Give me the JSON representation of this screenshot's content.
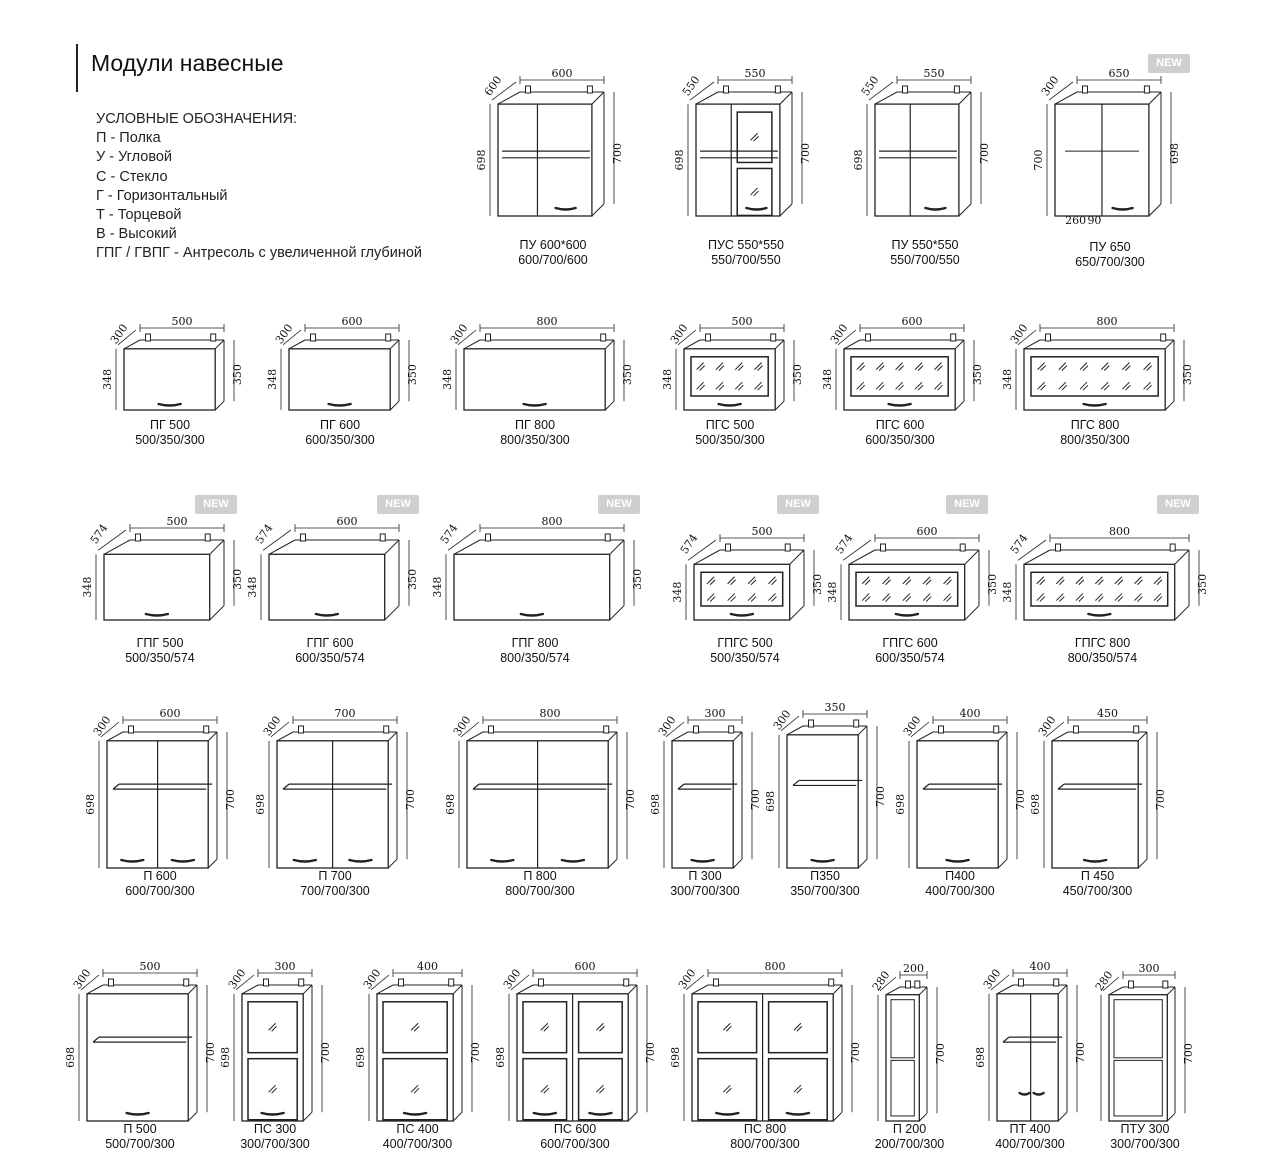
{
  "page": {
    "title": "Модули навесные",
    "legend": [
      "УСЛОВНЫЕ ОБОЗНАЧЕНИЯ:",
      "П - Полка",
      "У - Угловой",
      "С - Стекло",
      "Г - Горизонтальный",
      "Т - Торцевой",
      "В - Высокий",
      "ГПГ / ГВПГ - Антресоль с увеличенной глубиной"
    ],
    "new_badge": "NEW"
  },
  "modules": [
    {
      "name": "ПУ 600*600",
      "dims": "600/700/600",
      "width_label": "600",
      "depth_label": "600",
      "height_label": "698",
      "outer_height_label": "700",
      "type": "corner",
      "glass": false,
      "is_new": false
    },
    {
      "name": "ПУС 550*550",
      "dims": "550/700/550",
      "width_label": "550",
      "depth_label": "550",
      "height_label": "698",
      "outer_height_label": "700",
      "type": "corner-glass",
      "glass": true,
      "is_new": false
    },
    {
      "name": "ПУ 550*550",
      "dims": "550/700/550",
      "width_label": "550",
      "depth_label": "550",
      "height_label": "698",
      "outer_height_label": "700",
      "type": "corner",
      "glass": false,
      "is_new": false
    },
    {
      "name": "ПУ 650",
      "dims": "650/700/300",
      "width_label": "650",
      "depth_label": "300",
      "height_label": "700",
      "outer_height_label": "698",
      "extra_labels": [
        "260",
        "90"
      ],
      "type": "corner-open",
      "glass": false,
      "is_new": true
    },
    {
      "name": "ПГ 500",
      "dims": "500/350/300",
      "width_label": "500",
      "depth_label": "300",
      "height_label": "348",
      "outer_height_label": "350",
      "type": "horizontal",
      "glass": false,
      "is_new": false
    },
    {
      "name": "ПГ 600",
      "dims": "600/350/300",
      "width_label": "600",
      "depth_label": "300",
      "height_label": "348",
      "outer_height_label": "350",
      "type": "horizontal",
      "glass": false,
      "is_new": false
    },
    {
      "name": "ПГ 800",
      "dims": "800/350/300",
      "width_label": "800",
      "depth_label": "300",
      "height_label": "348",
      "outer_height_label": "350",
      "type": "horizontal",
      "glass": false,
      "is_new": false
    },
    {
      "name": "ПГС 500",
      "dims": "500/350/300",
      "width_label": "500",
      "depth_label": "300",
      "height_label": "348",
      "outer_height_label": "350",
      "type": "horizontal",
      "glass": true,
      "is_new": false
    },
    {
      "name": "ПГС 600",
      "dims": "600/350/300",
      "width_label": "600",
      "depth_label": "300",
      "height_label": "348",
      "outer_height_label": "350",
      "type": "horizontal",
      "glass": true,
      "is_new": false
    },
    {
      "name": "ПГС 800",
      "dims": "800/350/300",
      "width_label": "800",
      "depth_label": "300",
      "height_label": "348",
      "outer_height_label": "350",
      "type": "horizontal",
      "glass": true,
      "is_new": false
    },
    {
      "name": "ГПГ 500",
      "dims": "500/350/574",
      "width_label": "500",
      "depth_label": "574",
      "height_label": "348",
      "outer_height_label": "350",
      "type": "horizontal",
      "glass": false,
      "is_new": true
    },
    {
      "name": "ГПГ 600",
      "dims": "600/350/574",
      "width_label": "600",
      "depth_label": "574",
      "height_label": "348",
      "outer_height_label": "350",
      "type": "horizontal",
      "glass": false,
      "is_new": true
    },
    {
      "name": "ГПГ 800",
      "dims": "800/350/574",
      "width_label": "800",
      "depth_label": "574",
      "height_label": "348",
      "outer_height_label": "350",
      "type": "horizontal",
      "glass": false,
      "is_new": true
    },
    {
      "name": "ГПГС 500",
      "dims": "500/350/574",
      "width_label": "500",
      "depth_label": "574",
      "height_label": "348",
      "outer_height_label": "350",
      "type": "horizontal",
      "glass": true,
      "is_new": true
    },
    {
      "name": "ГПГС 600",
      "dims": "600/350/574",
      "width_label": "600",
      "depth_label": "574",
      "height_label": "348",
      "outer_height_label": "350",
      "type": "horizontal",
      "glass": true,
      "is_new": true
    },
    {
      "name": "ГПГС 800",
      "dims": "800/350/574",
      "width_label": "800",
      "depth_label": "574",
      "height_label": "348",
      "outer_height_label": "350",
      "type": "horizontal",
      "glass": true,
      "is_new": true
    },
    {
      "name": "П 600",
      "dims": "600/700/300",
      "width_label": "600",
      "depth_label": "300",
      "height_label": "698",
      "outer_height_label": "700",
      "type": "tall",
      "doors": 2,
      "glass": false,
      "is_new": false
    },
    {
      "name": "П 700",
      "dims": "700/700/300",
      "width_label": "700",
      "depth_label": "300",
      "height_label": "698",
      "outer_height_label": "700",
      "type": "tall",
      "doors": 2,
      "glass": false,
      "is_new": false
    },
    {
      "name": "П 800",
      "dims": "800/700/300",
      "width_label": "800",
      "depth_label": "300",
      "height_label": "698",
      "outer_height_label": "700",
      "type": "tall",
      "doors": 2,
      "glass": false,
      "is_new": false
    },
    {
      "name": "П 300",
      "dims": "300/700/300",
      "width_label": "300",
      "depth_label": "300",
      "height_label": "698",
      "outer_height_label": "700",
      "type": "tall",
      "doors": 1,
      "glass": false,
      "is_new": false
    },
    {
      "name": "П350",
      "dims": "350/700/300",
      "width_label": "350",
      "depth_label": "300",
      "height_label": "698",
      "outer_height_label": "700",
      "type": "tall",
      "doors": 1,
      "glass": false,
      "is_new": false
    },
    {
      "name": "П400",
      "dims": "400/700/300",
      "width_label": "400",
      "depth_label": "300",
      "height_label": "698",
      "outer_height_label": "700",
      "type": "tall",
      "doors": 1,
      "glass": false,
      "is_new": false
    },
    {
      "name": "П 450",
      "dims": "450/700/300",
      "width_label": "450",
      "depth_label": "300",
      "height_label": "698",
      "outer_height_label": "700",
      "type": "tall",
      "doors": 1,
      "glass": false,
      "is_new": false
    },
    {
      "name": "П 500",
      "dims": "500/700/300",
      "width_label": "500",
      "depth_label": "300",
      "height_label": "698",
      "outer_height_label": "700",
      "type": "tall",
      "doors": 1,
      "glass": false,
      "is_new": false
    },
    {
      "name": "ПС 300",
      "dims": "300/700/300",
      "width_label": "300",
      "depth_label": "300",
      "height_label": "698",
      "outer_height_label": "700",
      "type": "tall",
      "doors": 1,
      "glass": true,
      "is_new": false
    },
    {
      "name": "ПС 400",
      "dims": "400/700/300",
      "width_label": "400",
      "depth_label": "300",
      "height_label": "698",
      "outer_height_label": "700",
      "type": "tall",
      "doors": 1,
      "glass": true,
      "is_new": false
    },
    {
      "name": "ПС 600",
      "dims": "600/700/300",
      "width_label": "600",
      "depth_label": "300",
      "height_label": "698",
      "outer_height_label": "700",
      "type": "tall",
      "doors": 2,
      "glass": true,
      "is_new": false
    },
    {
      "name": "ПС 800",
      "dims": "800/700/300",
      "width_label": "800",
      "depth_label": "300",
      "height_label": "698",
      "outer_height_label": "700",
      "type": "tall",
      "doors": 2,
      "glass": true,
      "is_new": false
    },
    {
      "name": "П 200",
      "dims": "200/700/300",
      "width_label": "200",
      "depth_label": "280",
      "height_label": "",
      "outer_height_label": "700",
      "type": "open",
      "glass": false,
      "is_new": false
    },
    {
      "name": "ПТ 400",
      "dims": "400/700/300",
      "width_label": "400",
      "depth_label": "300",
      "height_label": "698",
      "outer_height_label": "700",
      "type": "end",
      "glass": false,
      "is_new": false
    },
    {
      "name": "ПТУ 300",
      "dims": "300/700/300",
      "width_label": "300",
      "depth_label": "280",
      "height_label": "",
      "outer_height_label": "700",
      "type": "open-corner",
      "glass": false,
      "is_new": false
    }
  ]
}
